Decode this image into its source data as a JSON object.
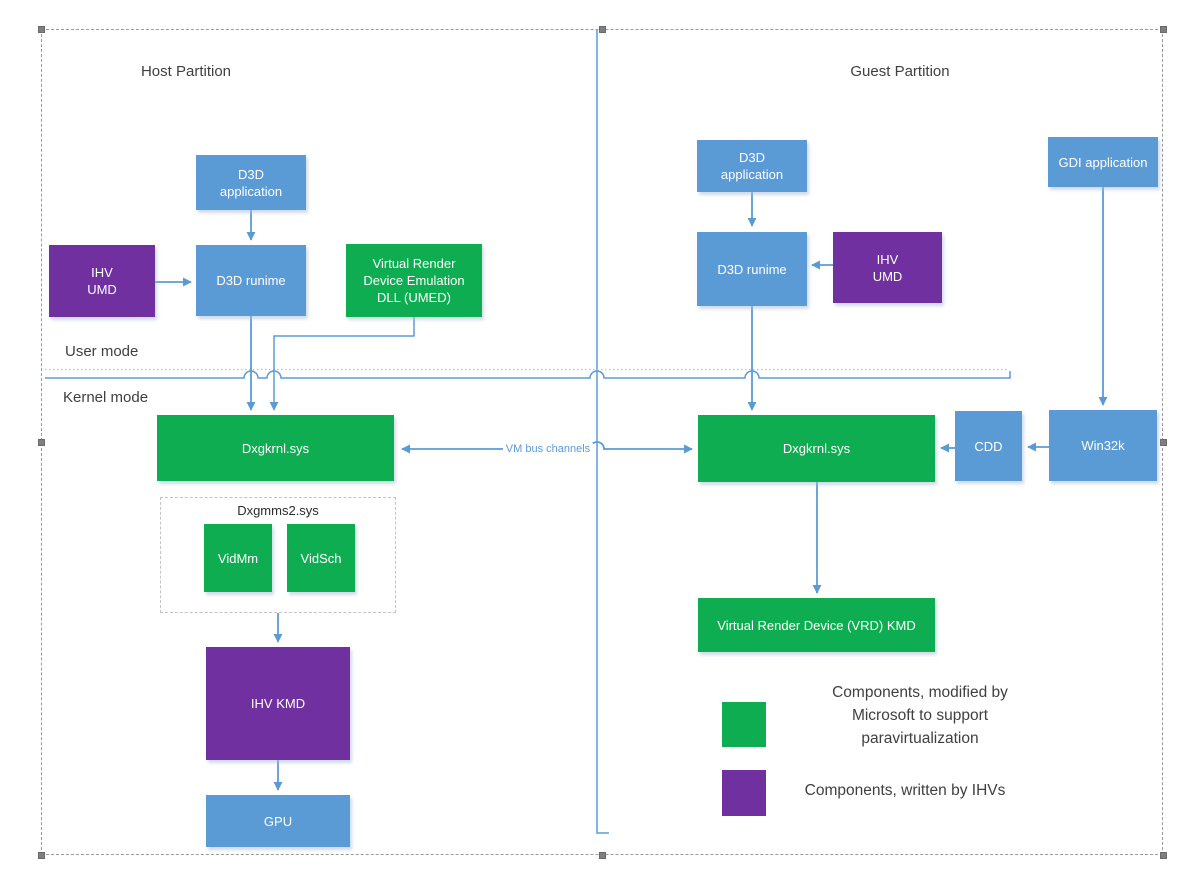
{
  "colors": {
    "blue": "#5B9BD5",
    "green": "#0FAD51",
    "purple": "#7030A0",
    "line": "#5B9BD5",
    "label_text": "#3F3F3F",
    "box_text": "#FFFFFF"
  },
  "host": {
    "title": "Host Partition",
    "user_mode_label": "User mode",
    "kernel_mode_label": "Kernel mode",
    "nodes": {
      "d3d_application": "D3D\napplication",
      "ihv_umd": "IHV\nUMD",
      "d3d_runtime": "D3D runime",
      "umed": "Virtual Render\nDevice Emulation\nDLL (UMED)",
      "dxgkrnl": "Dxgkrnl.sys",
      "dxgmms2": "Dxgmms2.sys",
      "vidmm": "VidMm",
      "vidsch": "VidSch",
      "ihv_kmd": "IHV KMD",
      "gpu": "GPU"
    }
  },
  "guest": {
    "title": "Guest Partition",
    "nodes": {
      "d3d_application": "D3D\napplication",
      "d3d_runtime": "D3D runime",
      "ihv_umd": "IHV\nUMD",
      "gdi_application": "GDI application",
      "dxgkrnl": "Dxgkrnl.sys",
      "cdd": "CDD",
      "win32k": "Win32k",
      "vrd_kmd": "Virtual Render Device (VRD) KMD"
    }
  },
  "connections": {
    "vm_bus_label": "VM bus channels"
  },
  "legend": {
    "green_label": "Components, modified by\nMicrosoft to support\nparavirtualization",
    "purple_label": "Components, written by IHVs"
  }
}
